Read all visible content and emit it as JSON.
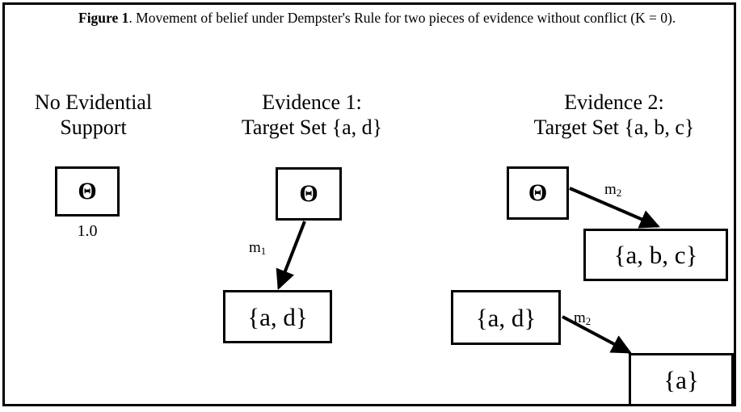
{
  "figure": {
    "caption_label": "Figure 1",
    "caption_text": ".  Movement of belief under Dempster's Rule for two pieces of evidence without conflict (K = 0).",
    "border_color": "#000000",
    "background_color": "#ffffff"
  },
  "columns": [
    {
      "id": "no-evidential-support",
      "heading_line1": "No Evidential",
      "heading_line2": "Support"
    },
    {
      "id": "evidence-1",
      "heading_line1": "Evidence 1:",
      "heading_line2": "Target Set {a, d}"
    },
    {
      "id": "evidence-2",
      "heading_line1": "Evidence 2:",
      "heading_line2": "Target Set {a, b, c}"
    }
  ],
  "nodes": {
    "theta_initial": "Θ",
    "mass_initial": "1.0",
    "theta_evidence1": "Θ",
    "set_ad_evidence1": "{a, d}",
    "theta_evidence2": "Θ",
    "set_abc_evidence2": "{a, b, c}",
    "set_ad_evidence2": "{a, d}",
    "set_a_evidence2": "{a}"
  },
  "arrows": [
    {
      "id": "arrow-m1",
      "label_base": "m",
      "label_sub": "1",
      "from": "theta_evidence1",
      "to": "set_ad_evidence1"
    },
    {
      "id": "arrow-m2-top",
      "label_base": "m",
      "label_sub": "2",
      "from": "theta_evidence2",
      "to": "set_abc_evidence2"
    },
    {
      "id": "arrow-m2-bottom",
      "label_base": "m",
      "label_sub": "2",
      "from": "set_ad_evidence2",
      "to": "set_a_evidence2"
    }
  ],
  "chart_data": {
    "type": "diagram",
    "title": "Movement of belief under Dempster's Rule for two pieces of evidence without conflict (K = 0).",
    "columns": [
      "No Evidential Support",
      "Evidence 1: Target Set {a, d}",
      "Evidence 2: Target Set {a, b, c}"
    ],
    "nodes": [
      {
        "column": 0,
        "label": "Θ",
        "mass": "1.0"
      },
      {
        "column": 1,
        "label": "Θ"
      },
      {
        "column": 1,
        "label": "{a, d}"
      },
      {
        "column": 2,
        "label": "Θ"
      },
      {
        "column": 2,
        "label": "{a, b, c}"
      },
      {
        "column": 2,
        "label": "{a, d}"
      },
      {
        "column": 2,
        "label": "{a}"
      }
    ],
    "edges": [
      {
        "from": "Θ",
        "to": "{a, d}",
        "label": "m1",
        "column": 1
      },
      {
        "from": "Θ",
        "to": "{a, b, c}",
        "label": "m2",
        "column": 2
      },
      {
        "from": "{a, d}",
        "to": "{a}",
        "label": "m2",
        "column": 2
      }
    ]
  }
}
